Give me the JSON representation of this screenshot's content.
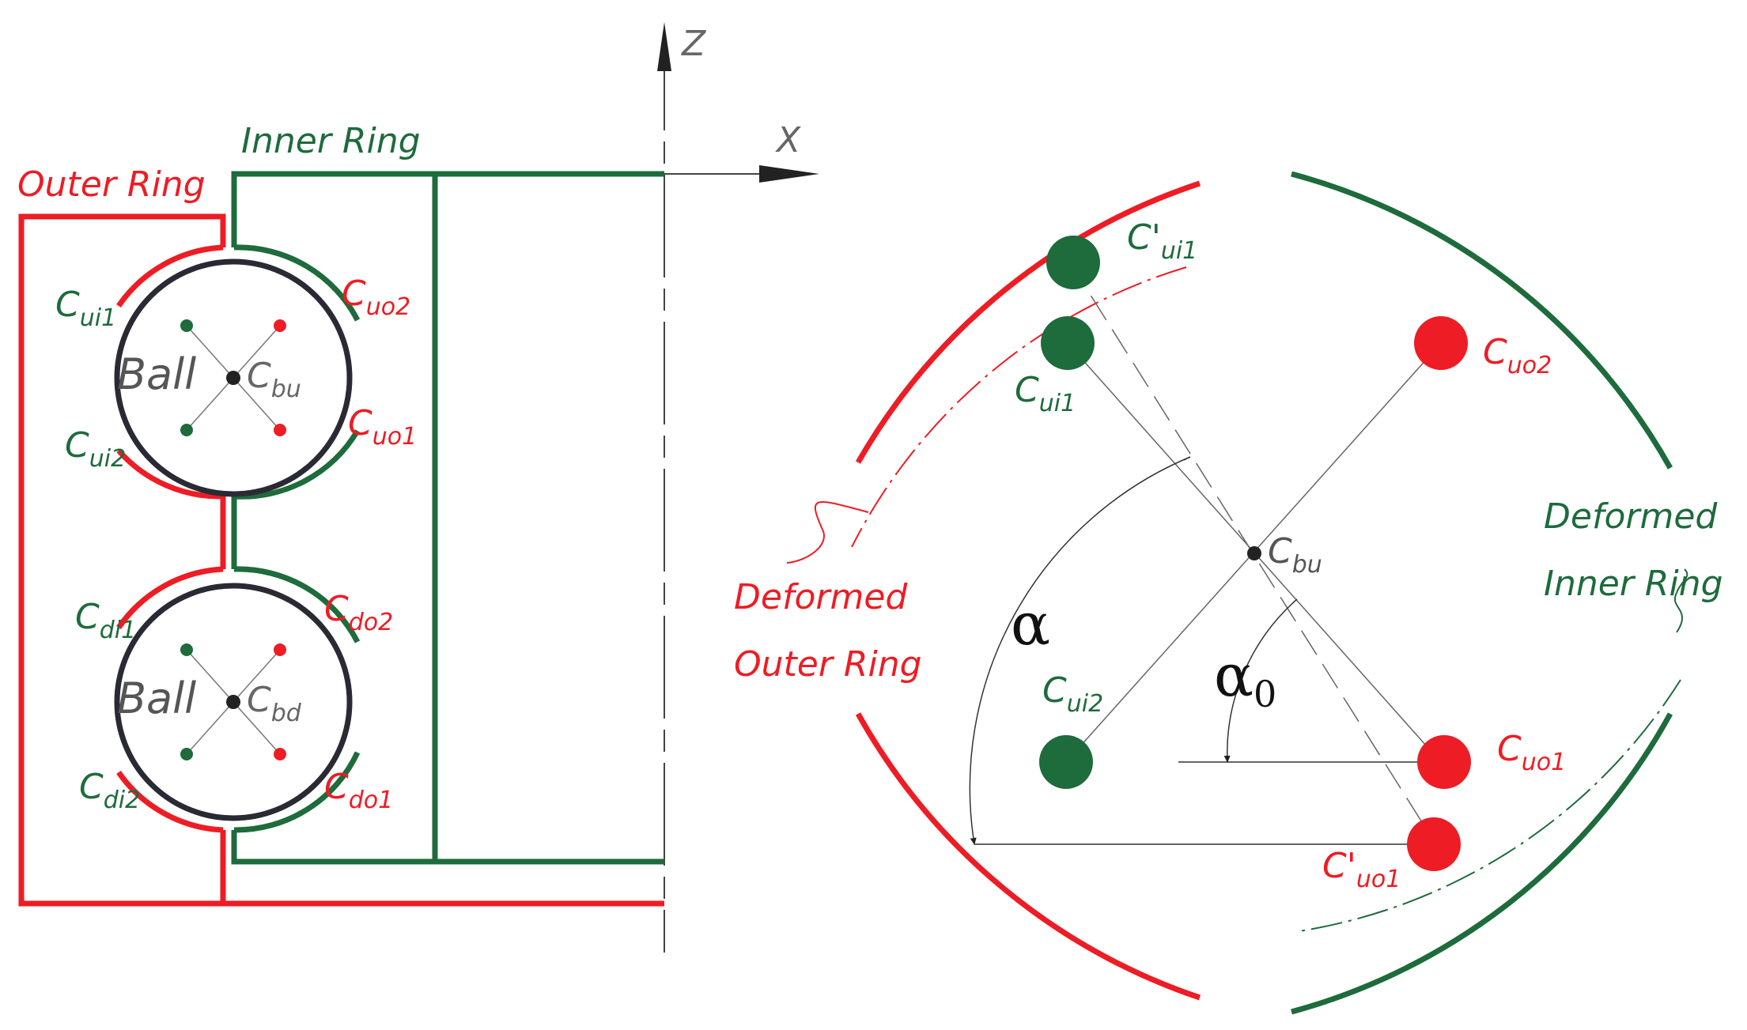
{
  "colors": {
    "outer": "#ee1c24",
    "inner": "#1e6b3c",
    "ball": "#2a2a35",
    "thin": "#555555"
  },
  "left": {
    "axis_z": "Z",
    "axis_x": "X",
    "inner_ring": "Inner Ring",
    "outer_ring": "Outer Ring",
    "ball_upper": "Ball",
    "ball_lower": "Ball",
    "points": {
      "ui1": {
        "c": "C",
        "s": "ui1"
      },
      "ui2": {
        "c": "C",
        "s": "ui2"
      },
      "uo1": {
        "c": "C",
        "s": "uo1"
      },
      "uo2": {
        "c": "C",
        "s": "uo2"
      },
      "bu": {
        "c": "C",
        "s": "bu"
      },
      "di1": {
        "c": "C",
        "s": "di1"
      },
      "di2": {
        "c": "C",
        "s": "di2"
      },
      "do1": {
        "c": "C",
        "s": "do1"
      },
      "do2": {
        "c": "C",
        "s": "do2"
      },
      "bd": {
        "c": "C",
        "s": "bd"
      }
    }
  },
  "right": {
    "points": {
      "ui1p": {
        "c": "C'",
        "s": "ui1"
      },
      "ui1": {
        "c": "C",
        "s": "ui1"
      },
      "uo2": {
        "c": "C",
        "s": "uo2"
      },
      "bu": {
        "c": "C",
        "s": "bu"
      },
      "ui2": {
        "c": "C",
        "s": "ui2"
      },
      "uo1": {
        "c": "C",
        "s": "uo1"
      },
      "uo1p": {
        "c": "C'",
        "s": "uo1"
      }
    },
    "deformed_outer_1": "Deformed",
    "deformed_outer_2": "Outer Ring",
    "deformed_inner_1": "Deformed",
    "deformed_inner_2": "Inner Ring",
    "alpha": "α",
    "alpha0": "α",
    "alpha0_sub": "0"
  }
}
